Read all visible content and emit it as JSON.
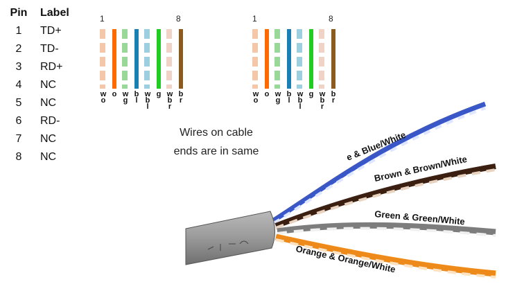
{
  "pin_table": {
    "header_pin": "Pin",
    "header_label": "Label",
    "rows": [
      {
        "pin": "1",
        "label": "TD+"
      },
      {
        "pin": "2",
        "label": "TD-"
      },
      {
        "pin": "3",
        "label": "RD+"
      },
      {
        "pin": "4",
        "label": "NC"
      },
      {
        "pin": "5",
        "label": "NC"
      },
      {
        "pin": "6",
        "label": "RD-"
      },
      {
        "pin": "7",
        "label": "NC"
      },
      {
        "pin": "8",
        "label": "NC"
      }
    ]
  },
  "connector": {
    "left_label": "1",
    "right_label": "8",
    "wires": [
      {
        "code": "w o",
        "striped": true,
        "color": "#f4c7a8"
      },
      {
        "code": "o",
        "striped": false,
        "color": "#ff6a00"
      },
      {
        "code": "w g",
        "striped": true,
        "color": "#9ad89a"
      },
      {
        "code": "b l",
        "striped": false,
        "color": "#1a7fb5"
      },
      {
        "code": "w b l",
        "striped": true,
        "color": "#9ecfe0"
      },
      {
        "code": "g",
        "striped": false,
        "color": "#22cc22"
      },
      {
        "code": "w b r",
        "striped": true,
        "color": "#f1d2c6"
      },
      {
        "code": "b r",
        "striped": false,
        "color": "#8b5a1e"
      }
    ]
  },
  "caption": {
    "line1": "Wires on cable",
    "line2": "ends are in same"
  },
  "cable_labels": {
    "blue": "e & Blue/White",
    "brown": "Brown & Brown/White",
    "green": "Green & Green/White",
    "orange": "Orange & Orange/White"
  }
}
